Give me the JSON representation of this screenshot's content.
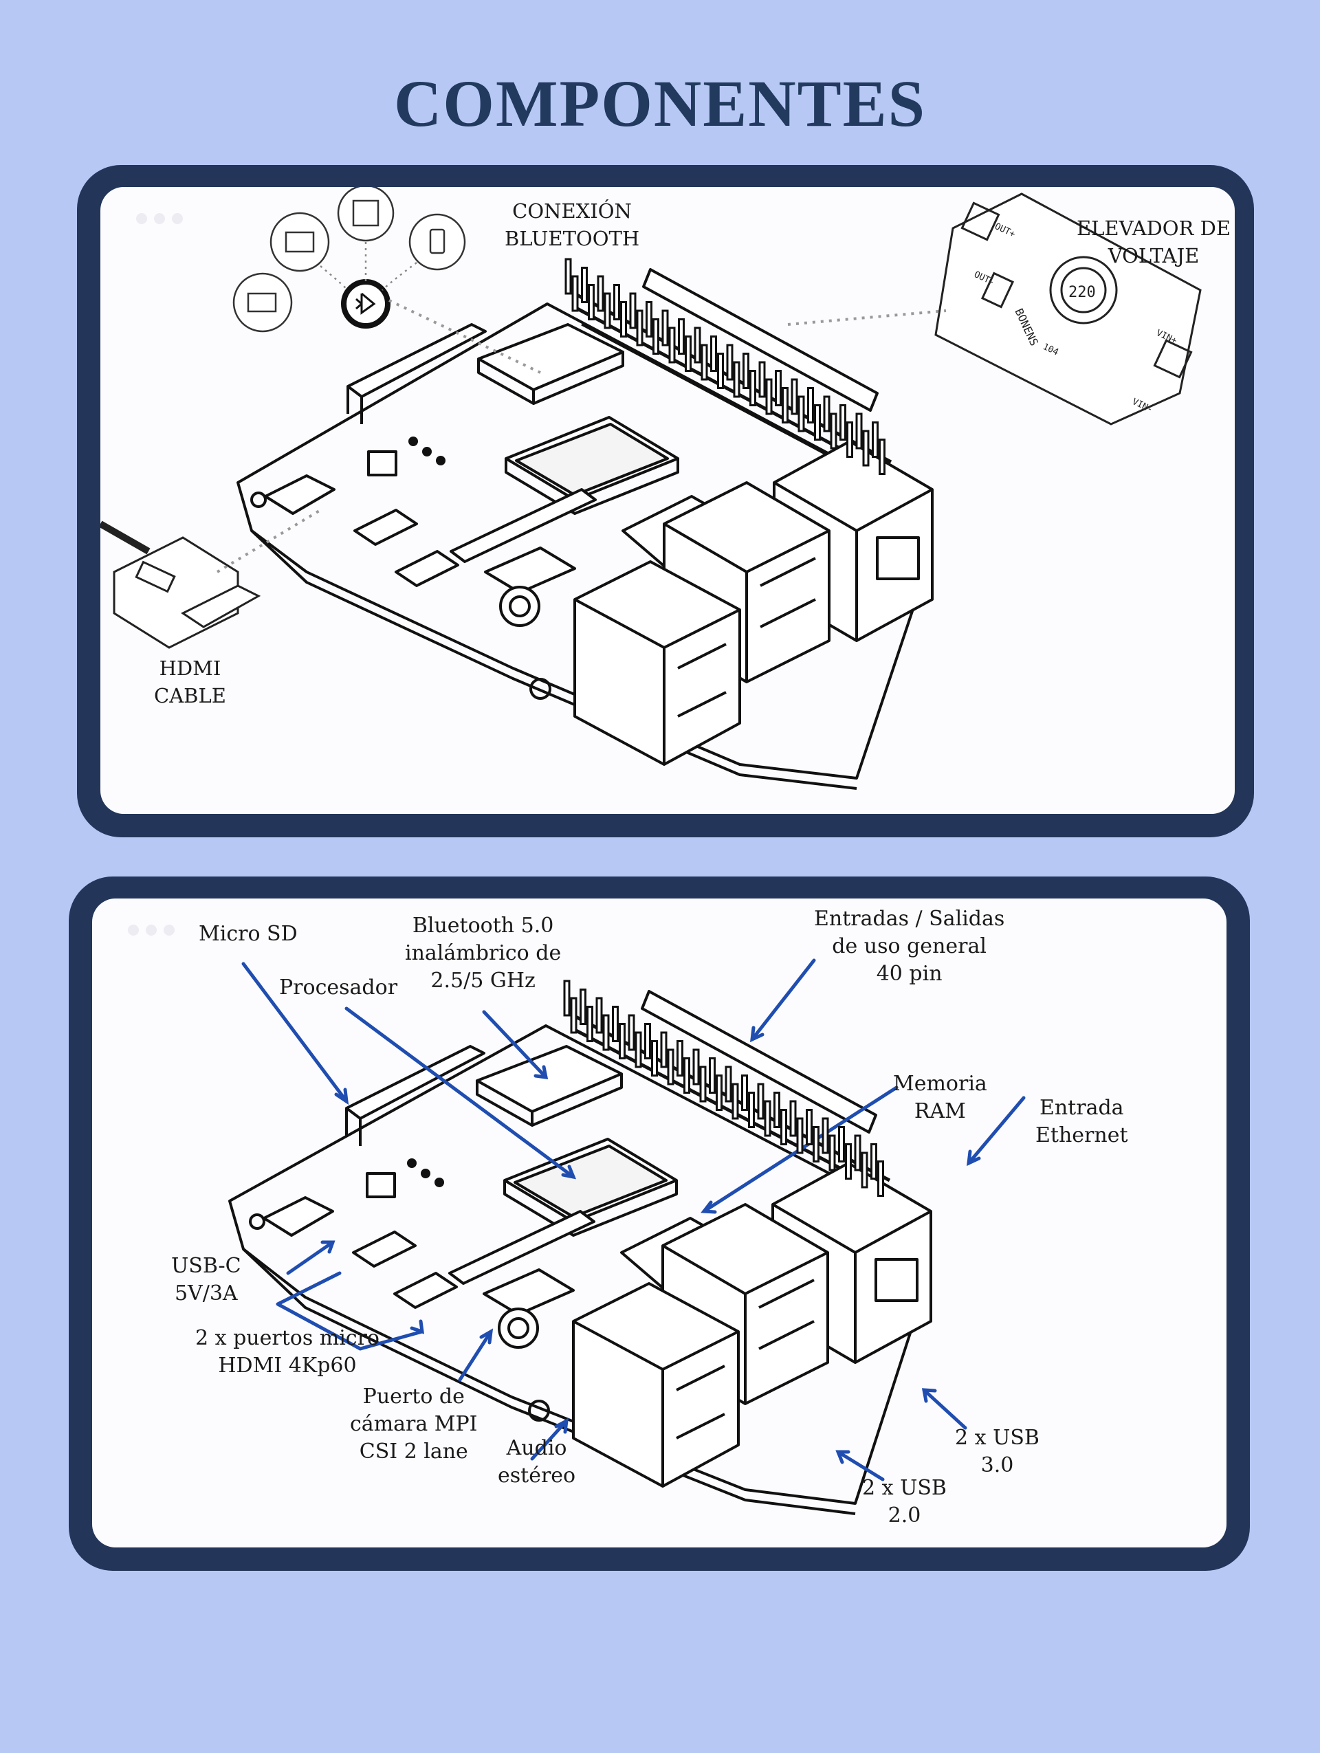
{
  "title": "COMPONENTES",
  "panel1": {
    "labels": {
      "bluetooth": [
        "CONEXIÓN",
        "BLUETOOTH"
      ],
      "elevador": [
        "ELEVADOR DE",
        "VOLTAJE"
      ],
      "hdmi": [
        "HDMI",
        "CABLE"
      ]
    },
    "module_text": [
      "OUT+",
      "OUT-",
      "VIN+",
      "VIN-",
      "220",
      "104",
      "BONENS"
    ]
  },
  "panel2": {
    "labels": {
      "microsd": [
        "Micro SD"
      ],
      "procesador": [
        "Procesador"
      ],
      "bluetooth50": [
        "Bluetooth 5.0",
        "inalámbrico de",
        "2.5/5 GHz"
      ],
      "gpio": [
        "Entradas / Salidas",
        "de uso general",
        "40 pin"
      ],
      "ram": [
        "Memoria",
        "RAM"
      ],
      "ethernet": [
        "Entrada",
        "Ethernet"
      ],
      "usbc": [
        "USB-C",
        "5V/3A"
      ],
      "microhdmi": [
        "2 x puertos micro",
        "HDMI 4Kp60"
      ],
      "camara": [
        "Puerto de",
        "cámara MPI",
        "CSI 2 lane"
      ],
      "audio": [
        "Audio",
        "estéreo"
      ],
      "usb3": [
        "2 x USB",
        "3.0"
      ],
      "usb2": [
        "2 x USB",
        "2.0"
      ]
    }
  },
  "colors": {
    "background": "#b8c8f5",
    "frame": "#233659",
    "title": "#223a5e",
    "arrow": "#1f4db0"
  }
}
